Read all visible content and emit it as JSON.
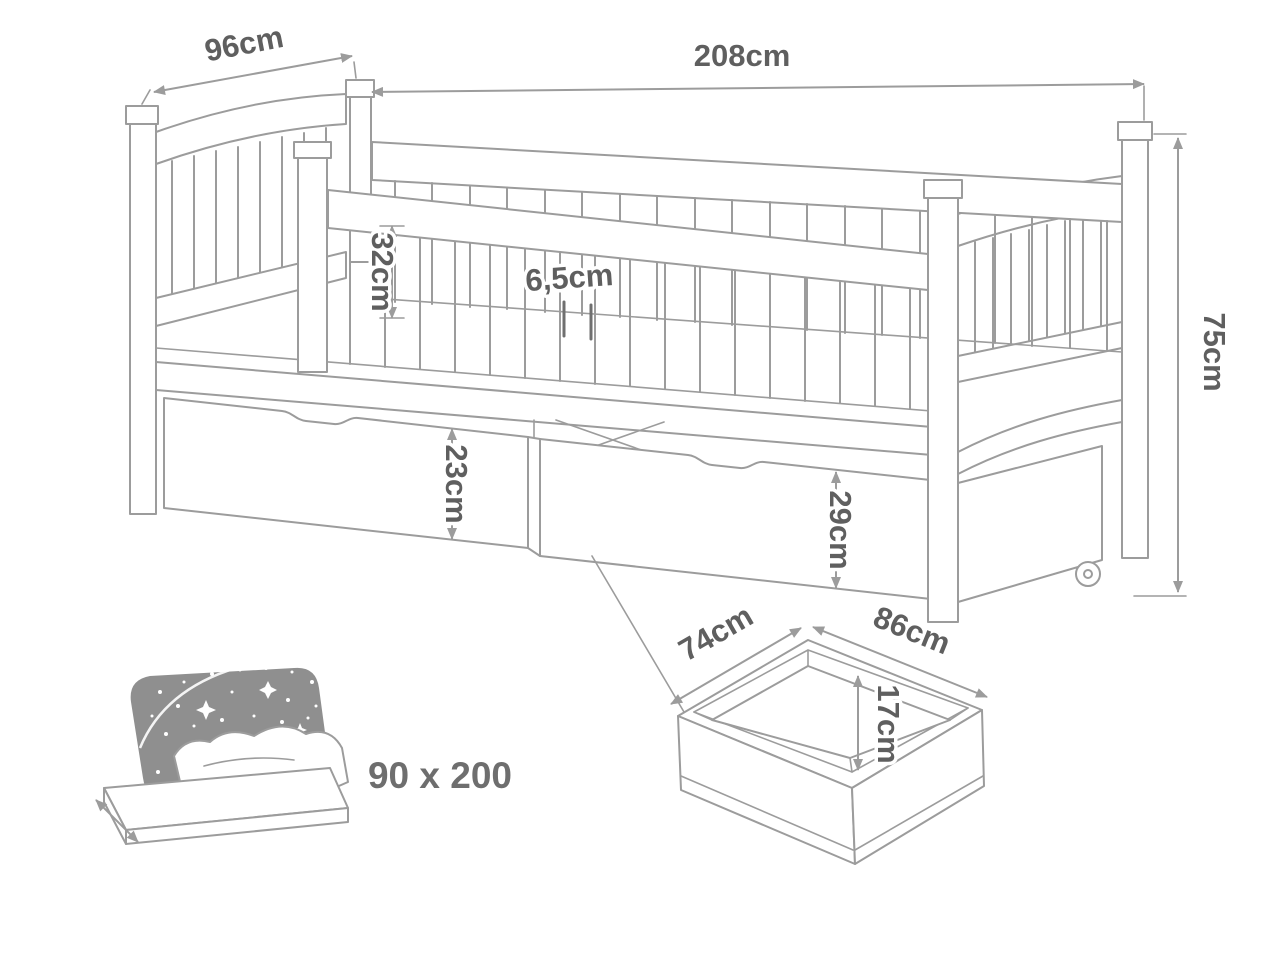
{
  "diagram": {
    "labels": {
      "headboard_width": "96cm",
      "bed_length": "208cm",
      "bed_height": "75cm",
      "guard_rail_height": "32cm",
      "slat_spacing": "6,5cm",
      "left_drawer_front_height": "23cm",
      "right_drawer_front_height": "29cm",
      "drawer_depth": "74cm",
      "drawer_width": "86cm",
      "drawer_inner_height": "17cm",
      "mattress_size": "90 x 200"
    },
    "colors": {
      "line": "#9c9c9c",
      "label_text": "#5f5f5f",
      "blanket_fill": "#8f8f8f",
      "background": "#ffffff"
    },
    "icons": [
      "starry-blanket-icon",
      "mattress-icon",
      "resize-arrow-icon"
    ]
  }
}
